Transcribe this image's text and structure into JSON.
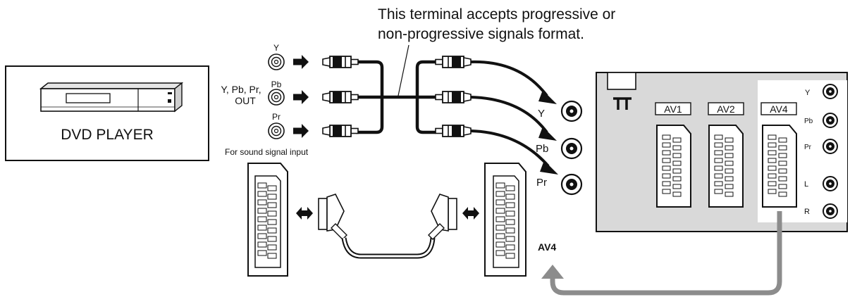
{
  "note": {
    "line1": "This terminal accepts progressive or",
    "line2": "non-progressive signals format."
  },
  "dvd": {
    "label": "DVD PLAYER"
  },
  "outputs": {
    "group_label_line1": "Y, Pb, Pr,",
    "group_label_line2": "OUT",
    "y": "Y",
    "pb": "Pb",
    "pr": "Pr"
  },
  "sound_note": "For sound signal input",
  "inputs": {
    "y": "Y",
    "pb": "Pb",
    "pr": "Pr"
  },
  "tv_panel": {
    "av1": "AV1",
    "av2": "AV2",
    "av4": "AV4",
    "y": "Y",
    "pb": "Pb",
    "pr": "Pr",
    "l": "L",
    "r": "R"
  },
  "av4_callout": "AV4",
  "colors": {
    "panel_fill": "#d9d9d9",
    "cable_gray": "#8c8c8c",
    "ink": "#111111"
  }
}
